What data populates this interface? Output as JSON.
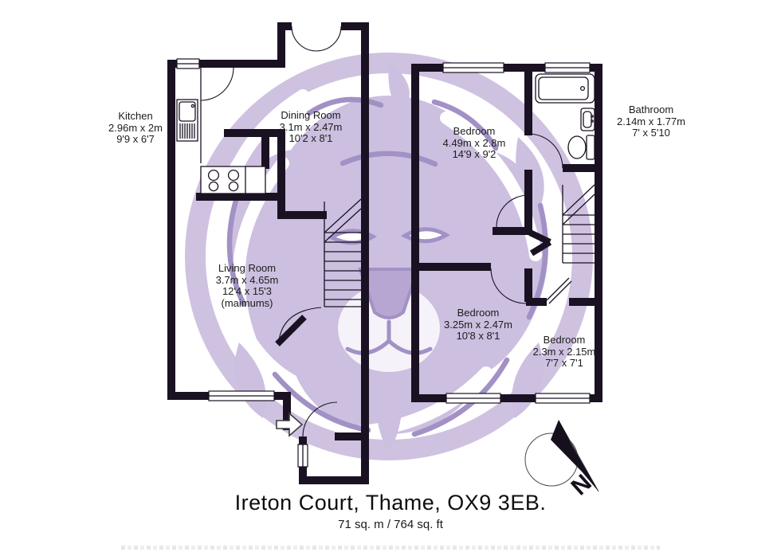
{
  "document": {
    "address": "Ireton Court, Thame, OX9 3EB.",
    "area": "71 sq. m / 764 sq. ft"
  },
  "rooms": [
    {
      "name": "Kitchen",
      "metric": "2.96m x 2m",
      "imperial": "9'9 x 6'7"
    },
    {
      "name": "Dining Room",
      "metric": "3.1m x 2.47m",
      "imperial": "10'2 x 8'1"
    },
    {
      "name": "Living Room",
      "metric": "3.7m x 4.65m",
      "imperial": "12'4 x 15'3",
      "note": "(maimums)"
    },
    {
      "name": "Bedroom",
      "metric": "4.49m x 2.8m",
      "imperial": "14'9 x 9'2"
    },
    {
      "name": "Bathroom",
      "metric": "2.14m x 1.77m",
      "imperial": "7' x 5'10"
    },
    {
      "name": "Bedroom",
      "metric": "3.25m x 2.47m",
      "imperial": "10'8 x 8'1"
    },
    {
      "name": "Bedroom",
      "metric": "2.3m x 2.15m",
      "imperial": "7'7 x 7'1"
    }
  ],
  "compass": {
    "label": "N"
  },
  "watermark": {
    "icon": "lion-crest-icon"
  },
  "colors": {
    "wall": "#1a1122",
    "text": "#1c1c1c",
    "watermark_fill": "#ccbfdf",
    "watermark_ring": "#cfc2e0",
    "watermark_line": "#a291c5"
  }
}
